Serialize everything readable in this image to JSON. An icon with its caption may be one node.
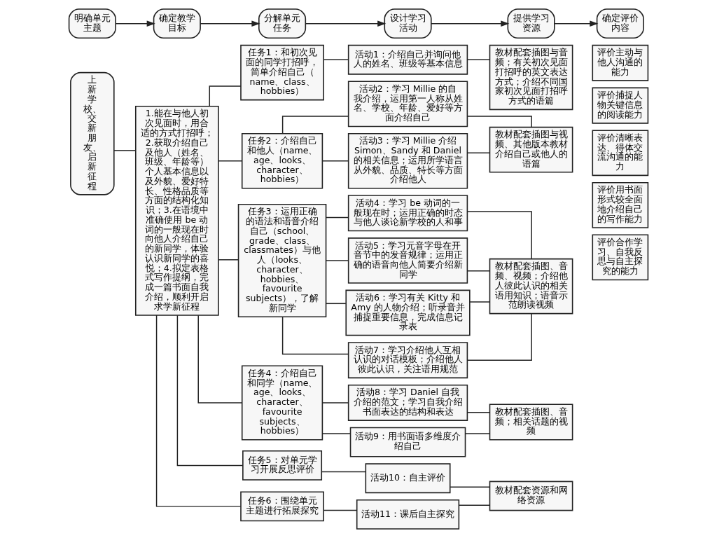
{
  "diagram": {
    "nodes": [
      {
        "text": [
          "明确单元主题"
        ]
      },
      {
        "text": [
          "确定教学目标"
        ]
      },
      {
        "text": [
          "分解单元任务"
        ]
      },
      {
        "text": [
          "设计学习活动"
        ]
      },
      {
        "text": [
          "提供学习资源"
        ]
      },
      {
        "text": [
          "确定评价内容"
        ]
      },
      {
        "text": [
          "上新学校、交新朋友、启新征程"
        ]
      },
      {
        "text": [
          "1.能在与他人初次见面时，用合适的方式打招呼；2.获取介绍自己及他人（姓名、班级、年龄等）个人基本信息以及外貌、爱好特长、性格品质等方面的结构化知识；3.在语境中准确使用 be 动词的一般现在时向他人介绍自己的新同学，体验认识新同学的喜悦；4.拟定表格式写作提纲，完成一篇书面自我介绍，顺利开启求学新征程"
        ]
      },
      {
        "text": [
          "任务1：和初次见面的同学打招呼，简单介绍自己（name、class、hobbies）"
        ]
      },
      {
        "text": [
          "任务2：介绍自己和他人（name、age、looks、character、hobbies）"
        ]
      },
      {
        "text": [
          "任务3：运用正确的语法和语音介绍自己（school、grade、class、classmates）与他人（looks、character、hobbies、favourite subjects），了解新同学"
        ]
      },
      {
        "text": [
          "任务4：介绍自己和同学（name、age、looks、character、favourite subjects、hobbies）"
        ]
      },
      {
        "text": [
          "任务5：对单元学习开展反思评价"
        ]
      },
      {
        "text": [
          "任务6：围绕单元主题进行拓展探究"
        ]
      },
      {
        "text": [
          "活动1：介绍自己并询问他人的姓名、班级等基本信息"
        ]
      },
      {
        "text": [
          "活动2：学习 Millie 的自我介绍，运用第一人称从姓名、学校、年龄、爱好等方面介绍自己"
        ]
      },
      {
        "text": [
          "活动3：学习 Millie 介绍 Simon、Sandy 和 Daniel 的相关信息；运用所学语言从外貌、品质、特长等方面介绍他人"
        ]
      },
      {
        "text": [
          "活动4：学习 be 动词的一般现在时；运用正确的时态与他人谈论新学校的人和事"
        ]
      },
      {
        "text": [
          "活动5：学习元音字母在开音节中的发音规律；运用正确的语音向他人简要介绍新同学"
        ]
      },
      {
        "text": [
          "活动6：学习有关 Kitty 和 Amy 的人物介绍；听录音并捕捉重要信息，完成信息记录表"
        ]
      },
      {
        "text": [
          "活动7：学习介绍他人互相认识的对话模板；介绍他人彼此认识，关注语用规范"
        ]
      },
      {
        "text": [
          "活动8：学习 Daniel 自我介绍的范文；学习自我介绍书面表达的结构和表达"
        ]
      },
      {
        "text": [
          "活动9：用书面语多维度介绍自己"
        ]
      },
      {
        "text": [
          "活动10：自主评价"
        ]
      },
      {
        "text": [
          "活动11：课后自主探究"
        ]
      },
      {
        "text": [
          "教材配套插图与音频；有关初次见面打招呼的英文表达方式；介绍不同国家初次见面打招呼方式的语篇"
        ]
      },
      {
        "text": [
          "教材配套插图与视频、其他版本教材介绍自己或他人的语篇"
        ]
      },
      {
        "text": [
          "教材配套插图、音频、视频；介绍他人彼此认识的相关语用知识；语音示范朗读视频"
        ]
      },
      {
        "text": [
          "教材配套插图、音频；相关话题的视频"
        ]
      },
      {
        "text": [
          "教材配套资源和网络资源"
        ]
      },
      {
        "text": [
          "评价主动与他人沟通的能力"
        ]
      },
      {
        "text": [
          "评价捕捉人物关键信息的阅读能力"
        ]
      },
      {
        "text": [
          "评价清晰表达、得体交流沟通的能力"
        ]
      },
      {
        "text": [
          "评价用书面形式较全面地介绍自己的写作能力"
        ]
      },
      {
        "text": [
          "评价合作学习、自我反思与自主探究的能力"
        ]
      }
    ],
    "edges": [
      {
        "from": 0,
        "to": 1,
        "arrow": "to"
      },
      {
        "from": 1,
        "to": 2,
        "arrow": "to"
      },
      {
        "from": 2,
        "to": 3,
        "arrow": "to"
      },
      {
        "from": 3,
        "to": 4,
        "arrow": "to"
      },
      {
        "from": 4,
        "to": 5,
        "arrow": "to"
      },
      {
        "from": 6,
        "to": 7,
        "arrow": "none"
      },
      {
        "from": 7,
        "to": 8,
        "arrow": "none"
      },
      {
        "from": 7,
        "to": 9,
        "arrow": "none"
      },
      {
        "from": 7,
        "to": 10,
        "arrow": "none"
      },
      {
        "from": 7,
        "to": 11,
        "arrow": "none"
      },
      {
        "from": 7,
        "to": 12,
        "arrow": "none"
      },
      {
        "from": 7,
        "to": 13,
        "arrow": "none"
      },
      {
        "from": 8,
        "to": 14,
        "arrow": "none"
      },
      {
        "from": 9,
        "to": 15,
        "arrow": "none"
      },
      {
        "from": 9,
        "to": 16,
        "arrow": "none"
      },
      {
        "from": 10,
        "to": 17,
        "arrow": "none"
      },
      {
        "from": 10,
        "to": 18,
        "arrow": "none"
      },
      {
        "from": 10,
        "to": 19,
        "arrow": "none"
      },
      {
        "from": 10,
        "to": 20,
        "arrow": "none"
      },
      {
        "from": 11,
        "to": 21,
        "arrow": "none"
      },
      {
        "from": 11,
        "to": 22,
        "arrow": "none"
      },
      {
        "from": 12,
        "to": 23,
        "arrow": "none"
      },
      {
        "from": 13,
        "to": 24,
        "arrow": "none"
      },
      {
        "from": 14,
        "to": 25,
        "arrow": "none"
      },
      {
        "from": 15,
        "to": 26,
        "arrow": "none"
      },
      {
        "from": 16,
        "to": 26,
        "arrow": "none"
      },
      {
        "from": 17,
        "to": 27,
        "arrow": "none"
      },
      {
        "from": 18,
        "to": 27,
        "arrow": "none"
      },
      {
        "from": 19,
        "to": 27,
        "arrow": "none"
      },
      {
        "from": 20,
        "to": 27,
        "arrow": "none"
      },
      {
        "from": 21,
        "to": 28,
        "arrow": "none"
      },
      {
        "from": 22,
        "to": 28,
        "arrow": "none"
      },
      {
        "from": 23,
        "to": 29,
        "arrow": "none"
      },
      {
        "from": 24,
        "to": 29,
        "arrow": "none"
      }
    ]
  }
}
